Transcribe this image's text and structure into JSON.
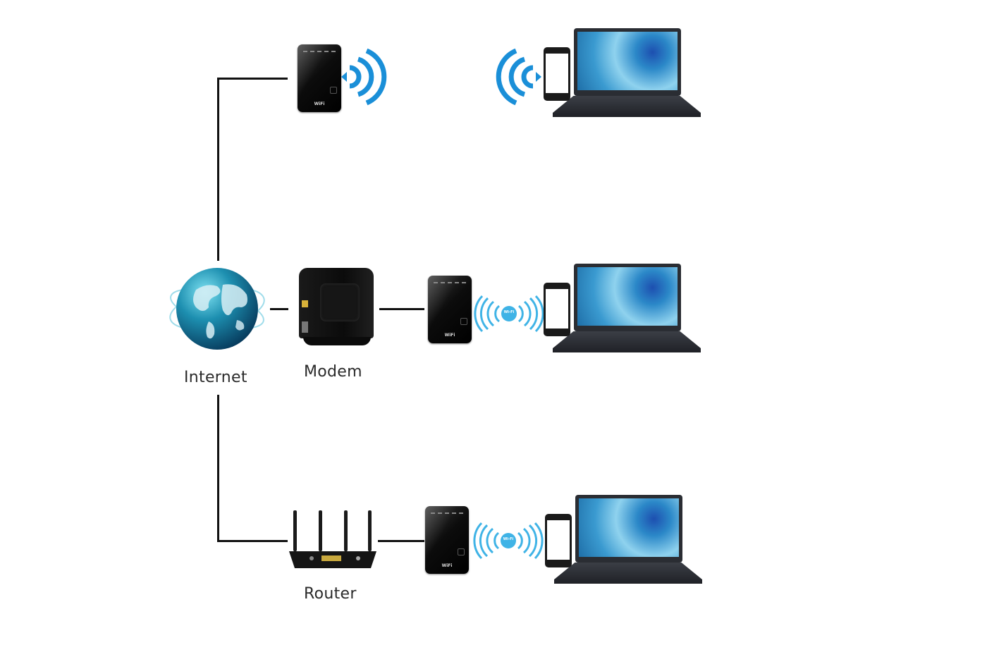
{
  "diagram": {
    "title": "",
    "nodes": {
      "internet": {
        "label": "Internet"
      },
      "modem": {
        "label": "Modem"
      },
      "router": {
        "label": "Router"
      }
    },
    "repeater": {
      "logo_text": "WiFi"
    },
    "wifi_badge": {
      "text": "Wi-Fi"
    },
    "rows": [
      {
        "name": "top",
        "source": "internet",
        "devices": [
          "repeater",
          "wifi-signal",
          "phone",
          "laptop"
        ]
      },
      {
        "name": "middle",
        "source": "modem",
        "devices": [
          "repeater",
          "wifi-signal",
          "phone",
          "laptop"
        ]
      },
      {
        "name": "bottom",
        "source": "router",
        "devices": [
          "repeater",
          "wifi-signal",
          "phone",
          "laptop"
        ]
      }
    ],
    "colors": {
      "wifi_blue": "#1a8fd8",
      "line": "#111111",
      "device_black": "#0c0c0c"
    }
  }
}
